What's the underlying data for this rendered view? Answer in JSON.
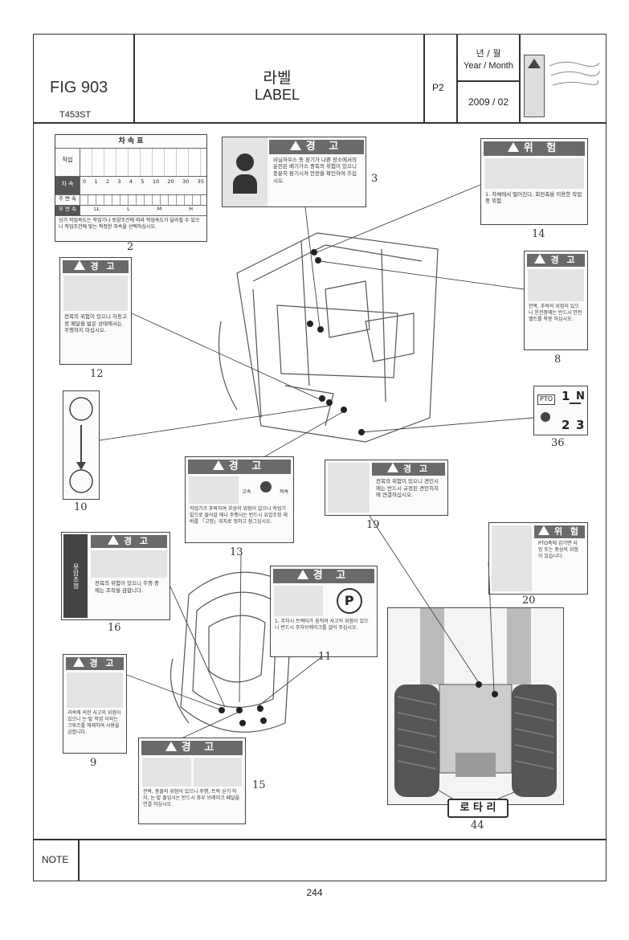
{
  "header": {
    "fig": "FIG 903",
    "model": "T453ST",
    "title_ko": "라벨",
    "title_en": "LABEL",
    "page_code": "P2",
    "year_month_ko": "년 / 월",
    "year_month_en": "Year / Month",
    "date": "2009 / 02"
  },
  "speed_table": {
    "title": "차 속 표",
    "row_work": "작업",
    "row_speed": "차 속",
    "row_main": "주 변 속",
    "row_sub": "부 변 속",
    "sub_vals": [
      "LL",
      "L",
      "M",
      "H"
    ],
    "ticks": [
      "0",
      "1",
      "2",
      "3",
      "4",
      "5",
      "10",
      "20",
      "30",
      "35"
    ],
    "note": "상기 작업속도는 작업기나 토양조건에 따라 작업속도가 달라질 수 있으니 작업조건에 맞는 적정한 차속을 선택하십시오."
  },
  "labels": {
    "l2": {
      "num": "2"
    },
    "l3": {
      "num": "3",
      "head": "경   고",
      "text": "비닐하우스 등 환기가 나쁜 장소에서의 운전은 배기가스 중독의 위험이 있으니 충분히 환기시켜 안전을 확인하여 주십시오."
    },
    "l14": {
      "num": "14",
      "head": "위   험",
      "text": "1. 차체에서 떨어진다, 회전축을 이용한 작업중 위험"
    },
    "l8": {
      "num": "8",
      "head": "경  고",
      "text": "전복, 추락의 위험이 있으니 운전중에는 반드시 안전벨트를 착용 하십시오."
    },
    "l12": {
      "num": "12",
      "head": "경   고",
      "text": "전복의 위험이 있으니 차동고정 페달을 밟은 상태에서는 주행하지 마십시오."
    },
    "l10": {
      "num": "10"
    },
    "l36": {
      "num": "36",
      "pto": "PTO",
      "n": "N",
      "g1": "1",
      "g2": "2",
      "g3": "3"
    },
    "l13": {
      "num": "13",
      "head": "경   고",
      "text": "작업기가 추락하여 부상의 위험이 있으니 작업기 밑으로 들어갈 때나 주행시는 반드시 유압조정 레버를 「고정」위치로 정하고 잠그십시오.",
      "fast": "고속",
      "slow": "저속"
    },
    "l19": {
      "num": "19",
      "head": "경   고",
      "text": "전복의 위험이 있으니 견인시에는 반드시 규정된 견인히치에 연결하십시오."
    },
    "l16": {
      "num": "16",
      "head": "경   고",
      "side": "유압조정",
      "text": "전복의 위험이 있으니 주행 중에는 조작을 금합니다."
    },
    "l20": {
      "num": "20",
      "head": "위   험",
      "text": "PTO축에 감기면 사망 또는 중상의 위험이 있습니다."
    },
    "l11": {
      "num": "11",
      "head": "경   고",
      "text": "1. 주차시 트랙터가 움직여 사고의 위험이 있으니 반드시 주차브레이크를 걸어 주십시오."
    },
    "l9": {
      "num": "9",
      "head": "경  고",
      "text": "과속에 의한 사고의 위험이 있으니 논·밭 작업 이외는 크루즈를 해제하여 사용을 금합니다."
    },
    "l15": {
      "num": "15",
      "head": "경   고",
      "text": "전복, 충돌의 위험이 있으니 주행, 트럭 싣기·하차, 논·밭 출입시는 반드시 좌우 브레이크 페달을 연결 하십시오."
    },
    "l44": {
      "num": "44",
      "text": "로 타 리"
    }
  },
  "footer": {
    "note_label": "NOTE",
    "page_number": "244"
  }
}
